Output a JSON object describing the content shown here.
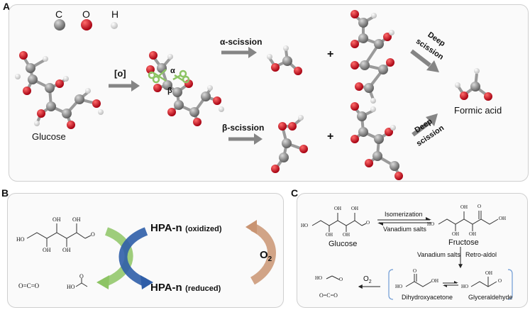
{
  "panels": {
    "a": {
      "label": "A",
      "legend": [
        "C",
        "O",
        "H"
      ],
      "oxidation": "[o]",
      "alpha_mark": "α",
      "beta_mark": "β",
      "alpha_scission": "α-scission",
      "beta_scission": "β-scission",
      "plus": "+",
      "deep_scission": "Deep scission",
      "glucose": "Glucose",
      "formic_acid": "Formic acid"
    },
    "b": {
      "label": "B",
      "hpa_oxidized_main": "HPA-n",
      "hpa_oxidized_sub": "(oxidized)",
      "hpa_reduced_main": "HPA-n",
      "hpa_reduced_sub": "(reduced)",
      "o2": "O",
      "o2_sub": "2"
    },
    "c": {
      "label": "C",
      "glucose": "Glucose",
      "fructose": "Fructose",
      "isomerization": "Isomerization",
      "vanadium_salts_rev": "Vanadium salts",
      "vanadium_salts": "Vanadium salts",
      "retro_aldol": "Retro-aldol",
      "o2": "O",
      "o2_sub": "2",
      "dihydroxyacetone": "Dihydroxyacetone",
      "glyceraldehyde": "Glyceraldehyde"
    }
  },
  "chem": {
    "oh": "OH",
    "ho": "HO",
    "o": "O",
    "co2": "O=C=O"
  },
  "colors": {
    "carbon": "#8a8a8a",
    "oxygen": "#d0101c",
    "hydrogen": "#e6e6e6",
    "arrow_gray": "#858585",
    "green": "#8dc464",
    "blue": "#2f5ea8",
    "tan": "#c99472",
    "bracket": "#6f9bd4"
  }
}
